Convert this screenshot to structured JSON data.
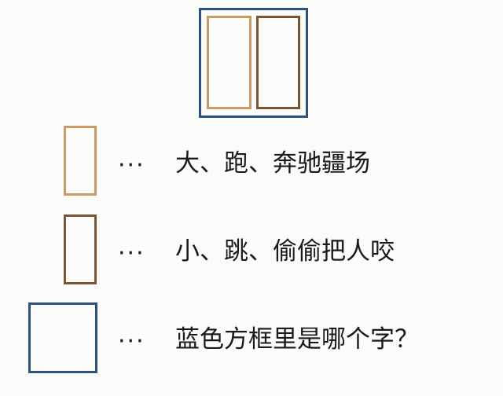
{
  "colors": {
    "tan": "#c89b63",
    "brown": "#7a5530",
    "blue": "#2f4f7f",
    "background": "#fbfbf9",
    "text": "#1a1a1a"
  },
  "legend": [
    {
      "symbol": "tan-rectangle",
      "ellipsis": "···",
      "text": "大、跑、奔驰疆场"
    },
    {
      "symbol": "brown-rectangle",
      "ellipsis": "···",
      "text": "小、跳、偷偷把人咬"
    },
    {
      "symbol": "blue-square",
      "ellipsis": "···",
      "text": "蓝色方框里是哪个字？"
    }
  ]
}
